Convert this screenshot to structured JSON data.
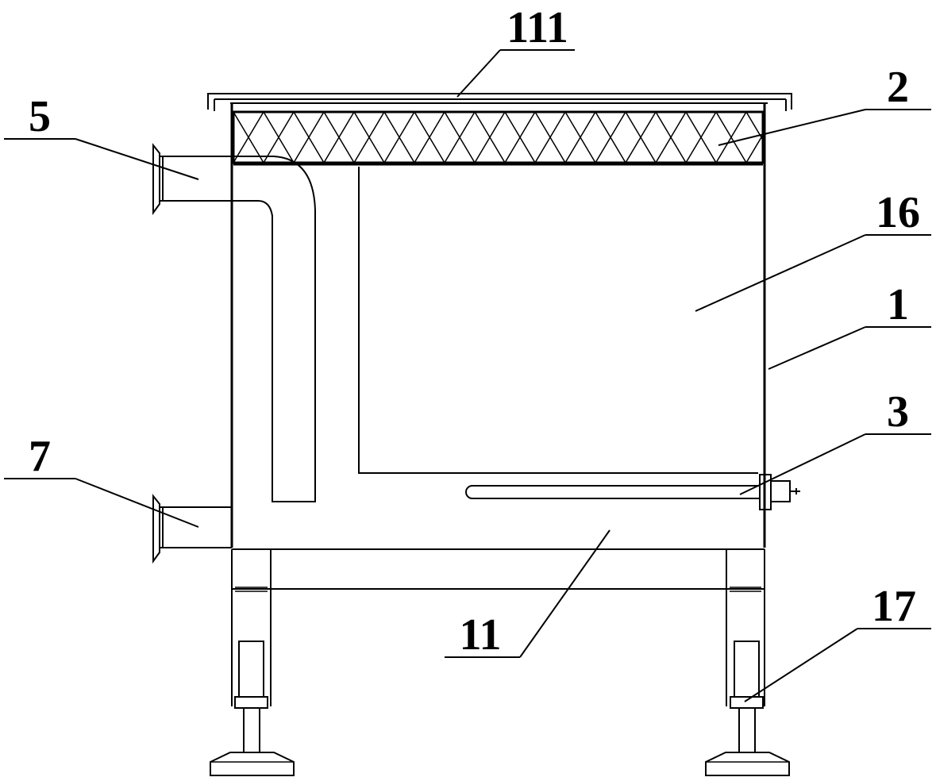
{
  "callouts": [
    {
      "id": "c111",
      "label": "111"
    },
    {
      "id": "c2",
      "label": "2"
    },
    {
      "id": "c5",
      "label": "5"
    },
    {
      "id": "c16",
      "label": "16"
    },
    {
      "id": "c1",
      "label": "1"
    },
    {
      "id": "c3",
      "label": "3"
    },
    {
      "id": "c7",
      "label": "7"
    },
    {
      "id": "c11",
      "label": "11"
    },
    {
      "id": "c17",
      "label": "17"
    }
  ],
  "colors": {
    "line": "#000000",
    "background": "#ffffff"
  }
}
